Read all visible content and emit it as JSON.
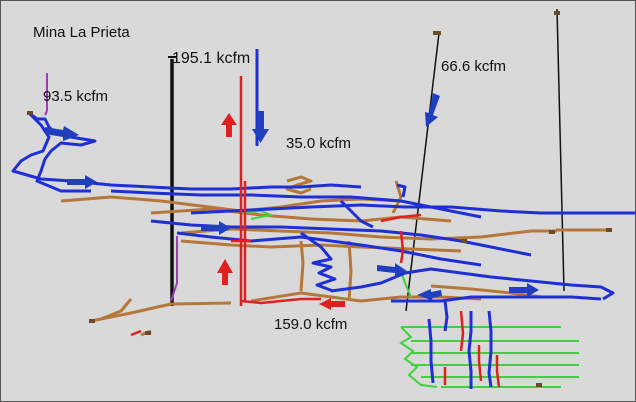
{
  "title": "Mina La Prieta",
  "flow_labels": {
    "shaft_main": "195.1 kcfm",
    "east_shaft": "66.6 kcfm",
    "west_raise": "93.5 kcfm",
    "center_raise": "35.0 kcfm",
    "lower_drift": "159.0 kcfm"
  },
  "colors": {
    "background": "#d9d9d9",
    "airway_main": "#1f2fd6",
    "airway_drift": "#b5783a",
    "airway_fresh": "#3fd13f",
    "airway_exhaust": "#e02020",
    "shaft": "#111111",
    "raise": "#9a3fb0",
    "arrow_blue": "#1f3fbf",
    "arrow_red": "#e02020"
  },
  "arrow_icons": [
    "flow-arrow-down-blue",
    "flow-arrow-up-red",
    "flow-arrow-right-blue",
    "flow-arrow-left-red",
    "flow-arrow-down-right-blue"
  ]
}
